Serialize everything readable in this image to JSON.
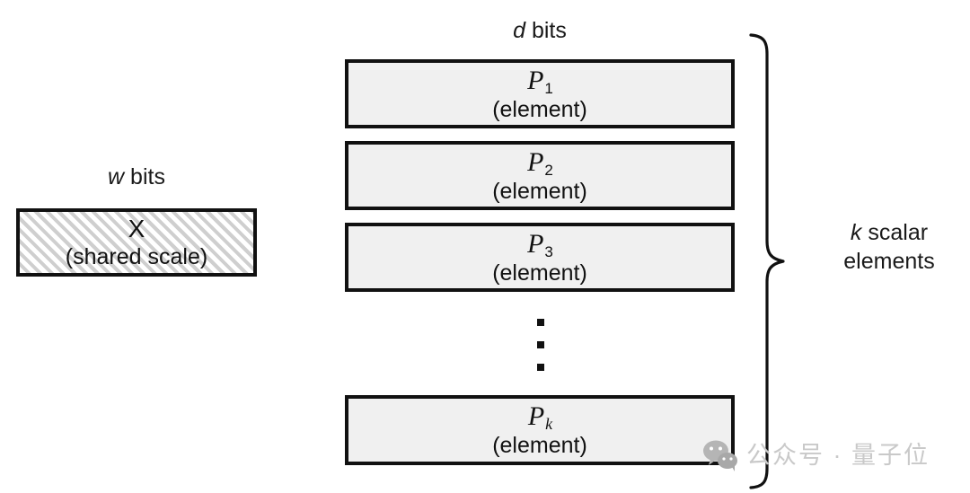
{
  "figure": {
    "title_left": {
      "var": "w",
      "rest": " bits"
    },
    "title_right": {
      "var": "d",
      "rest": " bits"
    },
    "brace_label_line1_var": "k",
    "brace_label_line1_rest": " scalar",
    "brace_label_line2": "elements"
  },
  "scale_block": {
    "symbol": "X",
    "sub_label": "(shared scale)",
    "fill": "#ffffff",
    "hatch_color": "#cfcfcf",
    "border_color": "#111111"
  },
  "element_blocks": [
    {
      "symbol": "P",
      "subscript": "1",
      "subscript_italic": false,
      "sub_label": "(element)"
    },
    {
      "symbol": "P",
      "subscript": "2",
      "subscript_italic": false,
      "sub_label": "(element)"
    },
    {
      "symbol": "P",
      "subscript": "3",
      "subscript_italic": false,
      "sub_label": "(element)"
    },
    {
      "symbol": "P",
      "subscript": "k",
      "subscript_italic": true,
      "sub_label": "(element)"
    }
  ],
  "ellipsis": {
    "dot_count": 3,
    "color": "#111111"
  },
  "watermark": {
    "icon": "wechat-icon",
    "text": "公众号 · 量子位",
    "color": "#c9c9c9"
  },
  "colors": {
    "box_fill": "#f0f0f0",
    "box_border": "#111111",
    "text": "#1a1a1a",
    "background": "#ffffff"
  }
}
